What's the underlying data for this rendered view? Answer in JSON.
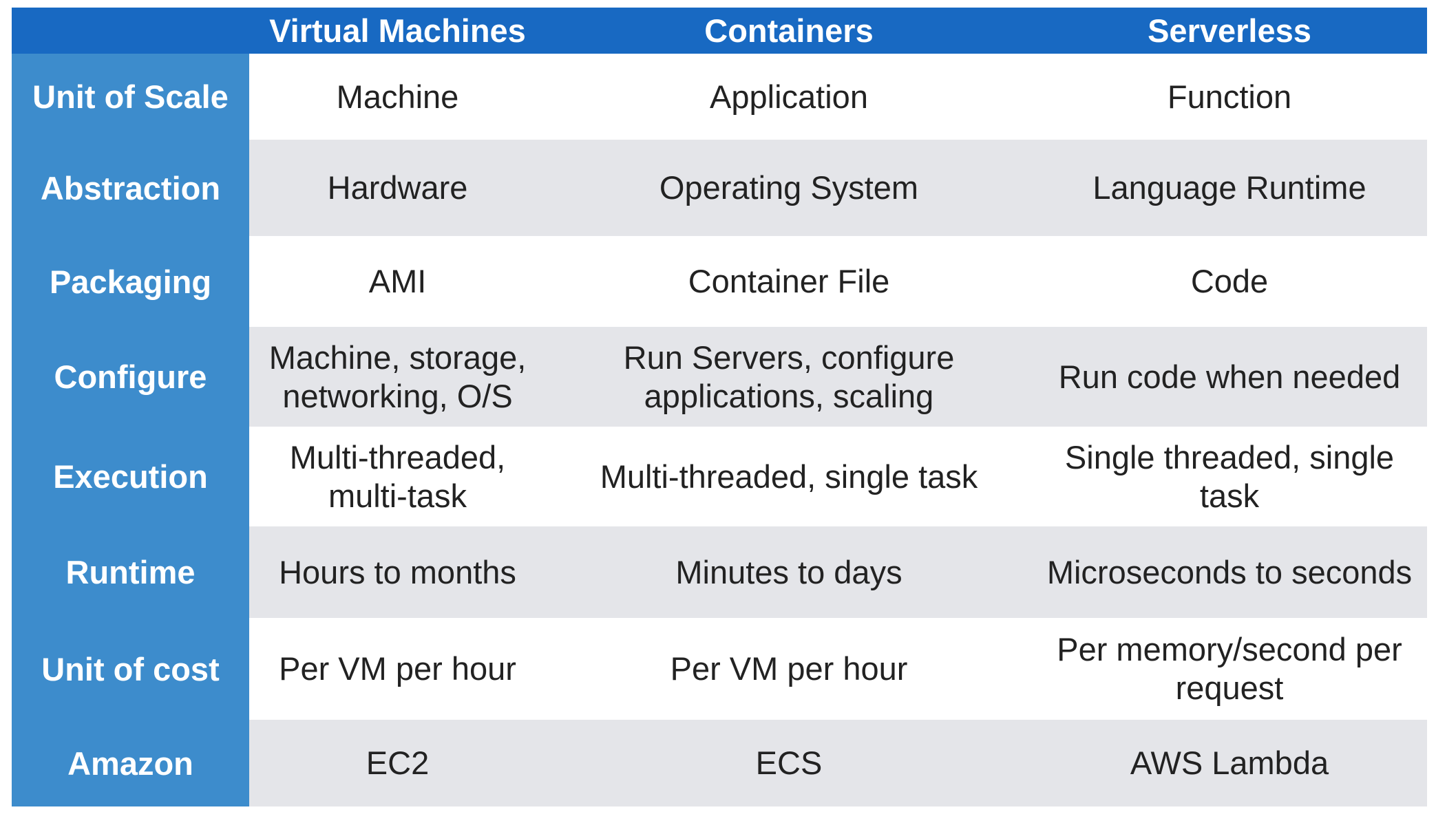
{
  "table": {
    "columns": [
      "",
      "Virtual Machines",
      "Containers",
      "Serverless"
    ],
    "rows": [
      {
        "label": "Unit of Scale",
        "cells": [
          "Machine",
          "Application",
          "Function"
        ]
      },
      {
        "label": "Abstraction",
        "cells": [
          "Hardware",
          "Operating System",
          "Language Runtime"
        ]
      },
      {
        "label": "Packaging",
        "cells": [
          "AMI",
          "Container File",
          "Code"
        ]
      },
      {
        "label": "Configure",
        "cells": [
          "Machine, storage,\nnetworking, O/S",
          "Run Servers, configure\napplications, scaling",
          "Run code when needed"
        ]
      },
      {
        "label": "Execution",
        "cells": [
          "Multi-threaded,\nmulti-task",
          "Multi-threaded, single task",
          "Single threaded, single\ntask"
        ]
      },
      {
        "label": "Runtime",
        "cells": [
          "Hours to months",
          "Minutes to days",
          "Microseconds to seconds"
        ]
      },
      {
        "label": "Unit of cost",
        "cells": [
          "Per VM per hour",
          "Per VM per hour",
          "Per memory/second per\nrequest"
        ]
      },
      {
        "label": "Amazon",
        "cells": [
          "EC2",
          "ECS",
          "AWS Lambda"
        ]
      }
    ]
  },
  "colors": {
    "header_bg": "#1869c2",
    "label_bg": "#3d8ccc",
    "stripe_bg": "#e4e5e9",
    "text": "#222222"
  }
}
